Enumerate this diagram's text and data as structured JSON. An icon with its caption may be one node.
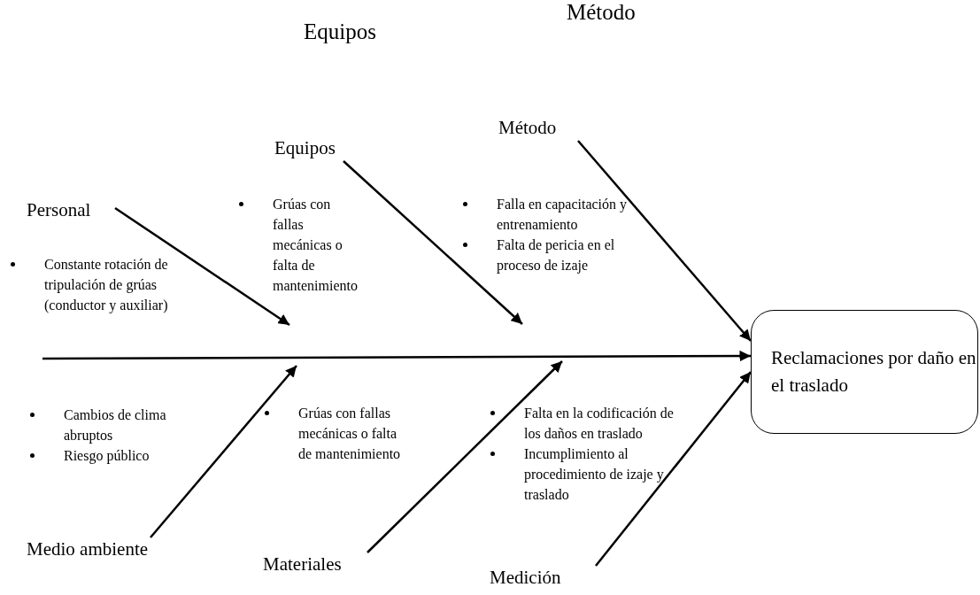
{
  "diagram": {
    "nodes": [
      {
        "text": [
          "Personal"
        ]
      },
      {
        "text": [
          "Equipos"
        ]
      },
      {
        "text": [
          "Método"
        ]
      },
      {
        "text": [
          "Reclamaciones por daño en el traslado"
        ]
      },
      {
        "text": [
          "Medio ambiente"
        ]
      },
      {
        "text": [
          "Materiales"
        ]
      },
      {
        "text": [
          "Medición"
        ]
      }
    ],
    "edges": [
      {
        "from": null,
        "to": 3,
        "arrow": "to"
      },
      {
        "from": 0,
        "to": null,
        "arrow": "to"
      },
      {
        "from": 1,
        "to": null,
        "arrow": "to"
      },
      {
        "from": 2,
        "to": 3,
        "arrow": "to"
      },
      {
        "from": 4,
        "to": null,
        "arrow": "to"
      },
      {
        "from": 5,
        "to": null,
        "arrow": "to"
      },
      {
        "from": 6,
        "to": 3,
        "arrow": "to"
      }
    ],
    "labels": [
      "Equipos",
      "Método",
      "Constante rotación de tripulación de grúas (conductor y auxiliar)",
      "Grúas con fallas mecánicas o falta de mantenimiento",
      "Falla en capacitación y entrenamiento",
      "Falta de pericia en el proceso de izaje",
      "Cambios de clima abruptos",
      "Riesgo público",
      "Grúas con fallas mecánicas o falta de mantenimiento",
      "Falta en la codificación de los daños en traslado",
      "Incumplimiento al procedimiento de izaje y traslado"
    ]
  }
}
